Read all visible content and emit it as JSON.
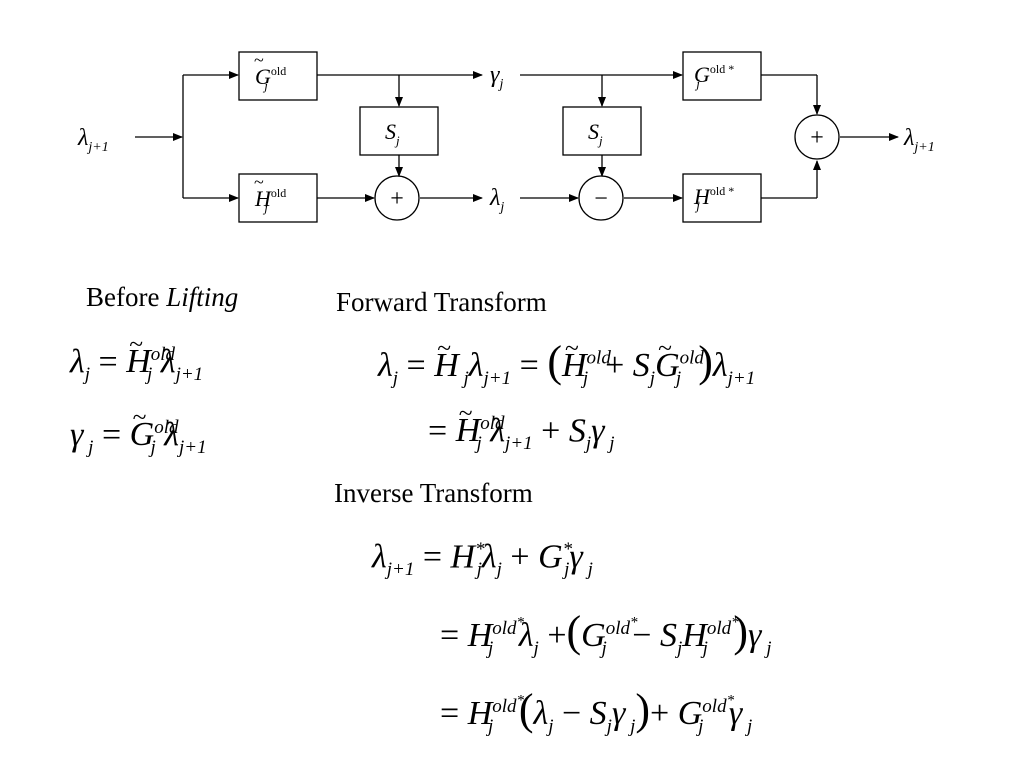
{
  "diagram": {
    "input_label": "λ",
    "input_sub": "j+1",
    "output_label": "λ",
    "output_sub": "j+1",
    "gamma_label": "γ",
    "gamma_sub": "j",
    "lambda_label": "λ",
    "lambda_sub": "j",
    "box_g_old": {
      "base": "G",
      "sup": "old",
      "sub": "j"
    },
    "box_h_old": {
      "base": "H",
      "sup": "old",
      "sub": "j"
    },
    "box_s_forward": {
      "base": "S",
      "sub": "j"
    },
    "box_s_inverse": {
      "base": "S",
      "sub": "j"
    },
    "box_g_old_star": {
      "base": "G",
      "sup": "old *",
      "sub": "j"
    },
    "box_h_old_star": {
      "base": "H",
      "sup": "old *",
      "sub": "j"
    },
    "plus_symbol": "+",
    "minus_symbol": "−"
  },
  "text": {
    "before_prefix": "Before ",
    "before_italic": "Lifting",
    "forward_heading": "Forward Transform",
    "inverse_heading": "Inverse Transform"
  },
  "colors": {
    "line": "#000000",
    "background": "#ffffff"
  }
}
